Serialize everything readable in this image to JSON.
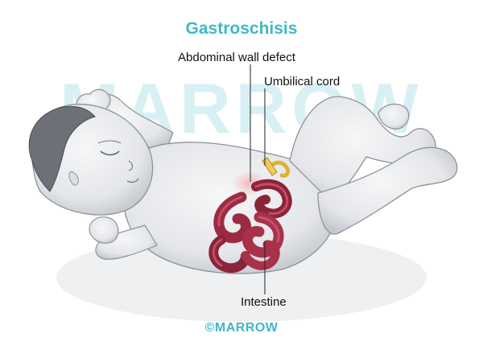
{
  "title": "Gastroschisis",
  "labels": {
    "abdominal_wall_defect": "Abdominal wall defect",
    "umbilical_cord": "Umbilical cord",
    "intestine": "Intestine"
  },
  "watermark": "MARROW",
  "copyright": "©MARROW",
  "colors": {
    "title": "#3fb8c8",
    "watermark": "#d8f0f4",
    "skin": "#e9ebed",
    "skin_shadow": "#c9ccd0",
    "hair": "#6d7076",
    "intestine": "#a8324a",
    "intestine_highlight": "#d8607a",
    "cord": "#e0b235",
    "defect_glow": "#f3b3b6"
  }
}
